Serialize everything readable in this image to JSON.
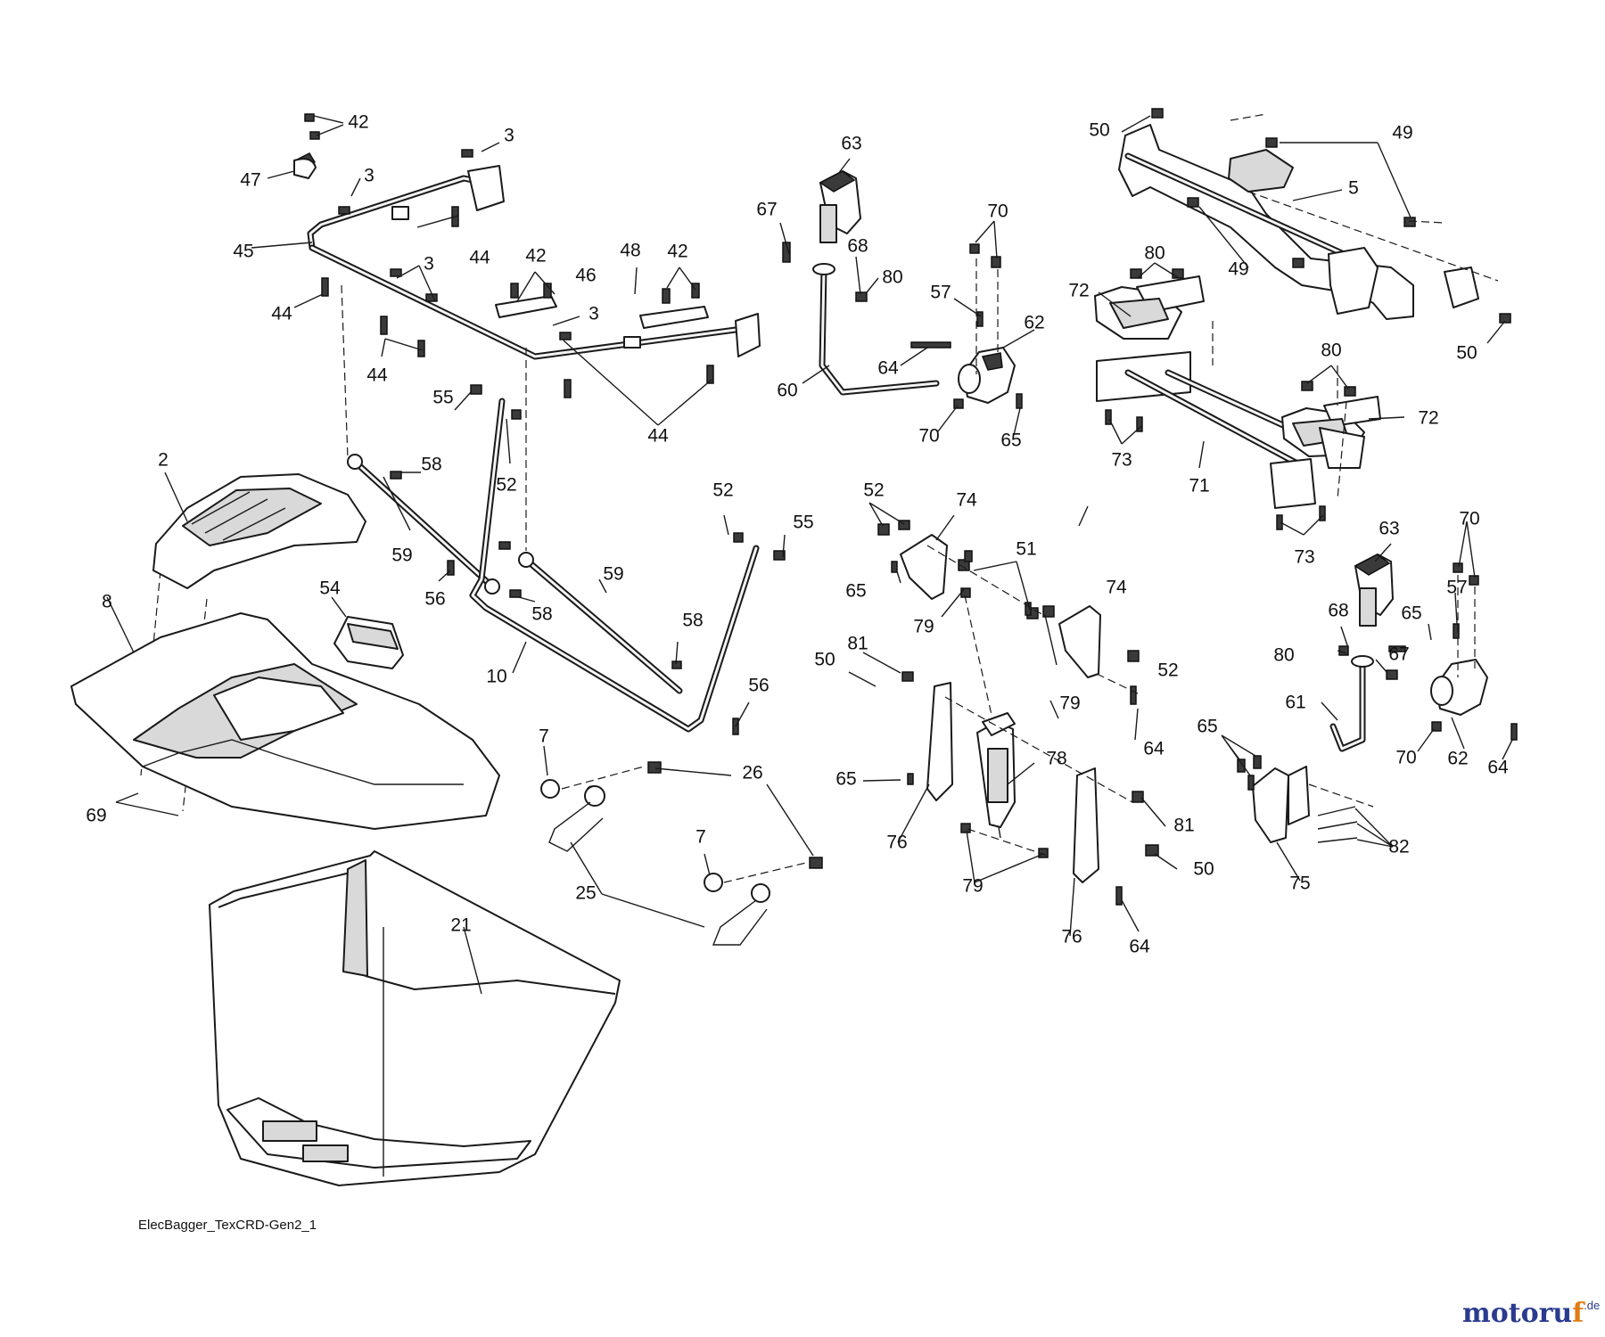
{
  "diagram": {
    "code": "ElecBagger_TexCRD-Gen2_1",
    "watermark": {
      "part_a": "motoru",
      "part_b": "f",
      "part_c": ".de"
    },
    "callouts": [
      {
        "id": "c-42a",
        "label": "42"
      },
      {
        "id": "c-47",
        "label": "47"
      },
      {
        "id": "c-3a",
        "label": "3"
      },
      {
        "id": "c-3b",
        "label": "3"
      },
      {
        "id": "c-3c",
        "label": "3"
      },
      {
        "id": "c-3d",
        "label": "3"
      },
      {
        "id": "c-45",
        "label": "45"
      },
      {
        "id": "c-44a",
        "label": "44"
      },
      {
        "id": "c-44b",
        "label": "44"
      },
      {
        "id": "c-44c",
        "label": "44"
      },
      {
        "id": "c-44d",
        "label": "44"
      },
      {
        "id": "c-42b",
        "label": "42"
      },
      {
        "id": "c-46",
        "label": "46"
      },
      {
        "id": "c-48",
        "label": "48"
      },
      {
        "id": "c-42c",
        "label": "42"
      },
      {
        "id": "c-55a",
        "label": "55"
      },
      {
        "id": "c-52a",
        "label": "52"
      },
      {
        "id": "c-58a",
        "label": "58"
      },
      {
        "id": "c-59a",
        "label": "59"
      },
      {
        "id": "c-56a",
        "label": "56"
      },
      {
        "id": "c-58b",
        "label": "58"
      },
      {
        "id": "c-59b",
        "label": "59"
      },
      {
        "id": "c-10",
        "label": "10"
      },
      {
        "id": "c-52b",
        "label": "52"
      },
      {
        "id": "c-55b",
        "label": "55"
      },
      {
        "id": "c-58c",
        "label": "58"
      },
      {
        "id": "c-56b",
        "label": "56"
      },
      {
        "id": "c-2",
        "label": "2"
      },
      {
        "id": "c-8",
        "label": "8"
      },
      {
        "id": "c-54",
        "label": "54"
      },
      {
        "id": "c-69",
        "label": "69"
      },
      {
        "id": "c-7a",
        "label": "7"
      },
      {
        "id": "c-26",
        "label": "26"
      },
      {
        "id": "c-25",
        "label": "25"
      },
      {
        "id": "c-7b",
        "label": "7"
      },
      {
        "id": "c-21",
        "label": "21"
      },
      {
        "id": "c-63a",
        "label": "63"
      },
      {
        "id": "c-67a",
        "label": "67"
      },
      {
        "id": "c-68a",
        "label": "68"
      },
      {
        "id": "c-80a",
        "label": "80"
      },
      {
        "id": "c-70a",
        "label": "70"
      },
      {
        "id": "c-57a",
        "label": "57"
      },
      {
        "id": "c-62a",
        "label": "62"
      },
      {
        "id": "c-64a",
        "label": "64"
      },
      {
        "id": "c-60",
        "label": "60"
      },
      {
        "id": "c-70b",
        "label": "70"
      },
      {
        "id": "c-65a",
        "label": "65"
      },
      {
        "id": "c-50a",
        "label": "50"
      },
      {
        "id": "c-49a",
        "label": "49"
      },
      {
        "id": "c-5",
        "label": "5"
      },
      {
        "id": "c-49b",
        "label": "49"
      },
      {
        "id": "c-50b",
        "label": "50"
      },
      {
        "id": "c-80b",
        "label": "80"
      },
      {
        "id": "c-72a",
        "label": "72"
      },
      {
        "id": "c-80c",
        "label": "80"
      },
      {
        "id": "c-72b",
        "label": "72"
      },
      {
        "id": "c-73a",
        "label": "73"
      },
      {
        "id": "c-71",
        "label": "71"
      },
      {
        "id": "c-73b",
        "label": "73"
      },
      {
        "id": "c-52c",
        "label": "52"
      },
      {
        "id": "c-74a",
        "label": "74"
      },
      {
        "id": "c-65b",
        "label": "65"
      },
      {
        "id": "c-51",
        "label": "51"
      },
      {
        "id": "c-79a",
        "label": "79"
      },
      {
        "id": "c-74b",
        "label": "74"
      },
      {
        "id": "c-52d",
        "label": "52"
      },
      {
        "id": "c-79b",
        "label": "79"
      },
      {
        "id": "c-64b",
        "label": "64"
      },
      {
        "id": "c-50c",
        "label": "50"
      },
      {
        "id": "c-81a",
        "label": "81"
      },
      {
        "id": "c-65c",
        "label": "65"
      },
      {
        "id": "c-76a",
        "label": "76"
      },
      {
        "id": "c-78",
        "label": "78"
      },
      {
        "id": "c-81b",
        "label": "81"
      },
      {
        "id": "c-50d",
        "label": "50"
      },
      {
        "id": "c-79c",
        "label": "79"
      },
      {
        "id": "c-76b",
        "label": "76"
      },
      {
        "id": "c-64c",
        "label": "64"
      },
      {
        "id": "c-63b",
        "label": "63"
      },
      {
        "id": "c-70c",
        "label": "70"
      },
      {
        "id": "c-57b",
        "label": "57"
      },
      {
        "id": "c-68b",
        "label": "68"
      },
      {
        "id": "c-65d",
        "label": "65"
      },
      {
        "id": "c-80d",
        "label": "80"
      },
      {
        "id": "c-67b",
        "label": "67"
      },
      {
        "id": "c-61",
        "label": "61"
      },
      {
        "id": "c-70d",
        "label": "70"
      },
      {
        "id": "c-62b",
        "label": "62"
      },
      {
        "id": "c-64d",
        "label": "64"
      },
      {
        "id": "c-65e",
        "label": "65"
      },
      {
        "id": "c-82",
        "label": "82"
      },
      {
        "id": "c-75",
        "label": "75"
      }
    ]
  }
}
